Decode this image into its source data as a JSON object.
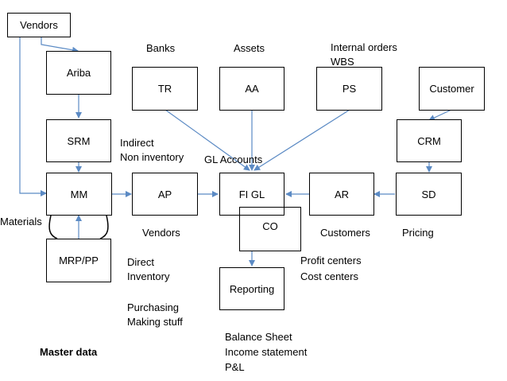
{
  "boxes": {
    "vendors_top": "Vendors",
    "ariba": "Ariba",
    "srm": "SRM",
    "mm": "MM",
    "mrp_pp": "MRP/PP",
    "tr": "TR",
    "aa": "AA",
    "ps": "PS",
    "customer": "Customer",
    "crm": "CRM",
    "ap": "AP",
    "fi_gl": "FI GL",
    "co": "CO",
    "ar": "AR",
    "sd": "SD",
    "reporting": "Reporting"
  },
  "labels": {
    "banks": "Banks",
    "assets": "Assets",
    "internal_orders": "Internal orders",
    "wbs": "WBS",
    "indirect": "Indirect",
    "non_inventory": "Non inventory",
    "gl_accounts": "GL Accounts",
    "materials": "Materials",
    "vendors_ap": "Vendors",
    "customers": "Customers",
    "pricing": "Pricing",
    "direct": "Direct",
    "inventory": "Inventory",
    "purchasing": "Purchasing",
    "making_stuff": "Making stuff",
    "profit_centers": "Profit centers",
    "cost_centers": "Cost centers",
    "balance_sheet": "Balance Sheet",
    "income_statement": "Income statement",
    "pl": "P&L",
    "master_data": "Master data"
  }
}
